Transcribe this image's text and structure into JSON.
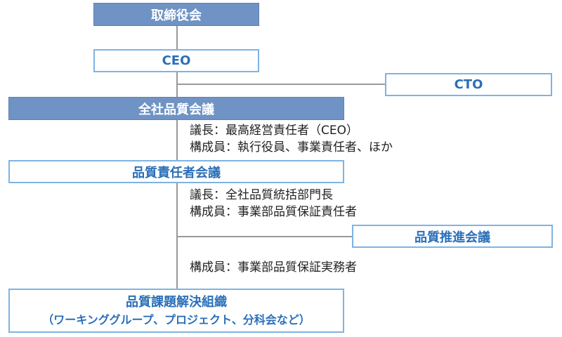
{
  "nodes": {
    "board": "取締役会",
    "ceo": "CEO",
    "cto": "CTO",
    "company_council": "全社品質会議",
    "owner_council": "品質責任者会議",
    "promotion_council": "品質推進会議",
    "task_org": {
      "title": "品質課題解決組織",
      "subtitle": "（ワーキンググループ、プロジェクト、分科会など）"
    }
  },
  "notes": {
    "company_council": [
      "議長：最高経営責任者（CEO）",
      "構成員：執行役員、事業責任者、ほか"
    ],
    "owner_council": [
      "議長：全社品質統括部門長",
      "構成員：事業部品質保証責任者"
    ],
    "promotion_council": [
      "構成員：事業部品質保証実務者"
    ]
  },
  "colors": {
    "solid_fill": "#6f93c4",
    "outline_border": "#7fb3e3",
    "outline_text": "#2a6fb9",
    "connector": "#999999"
  }
}
